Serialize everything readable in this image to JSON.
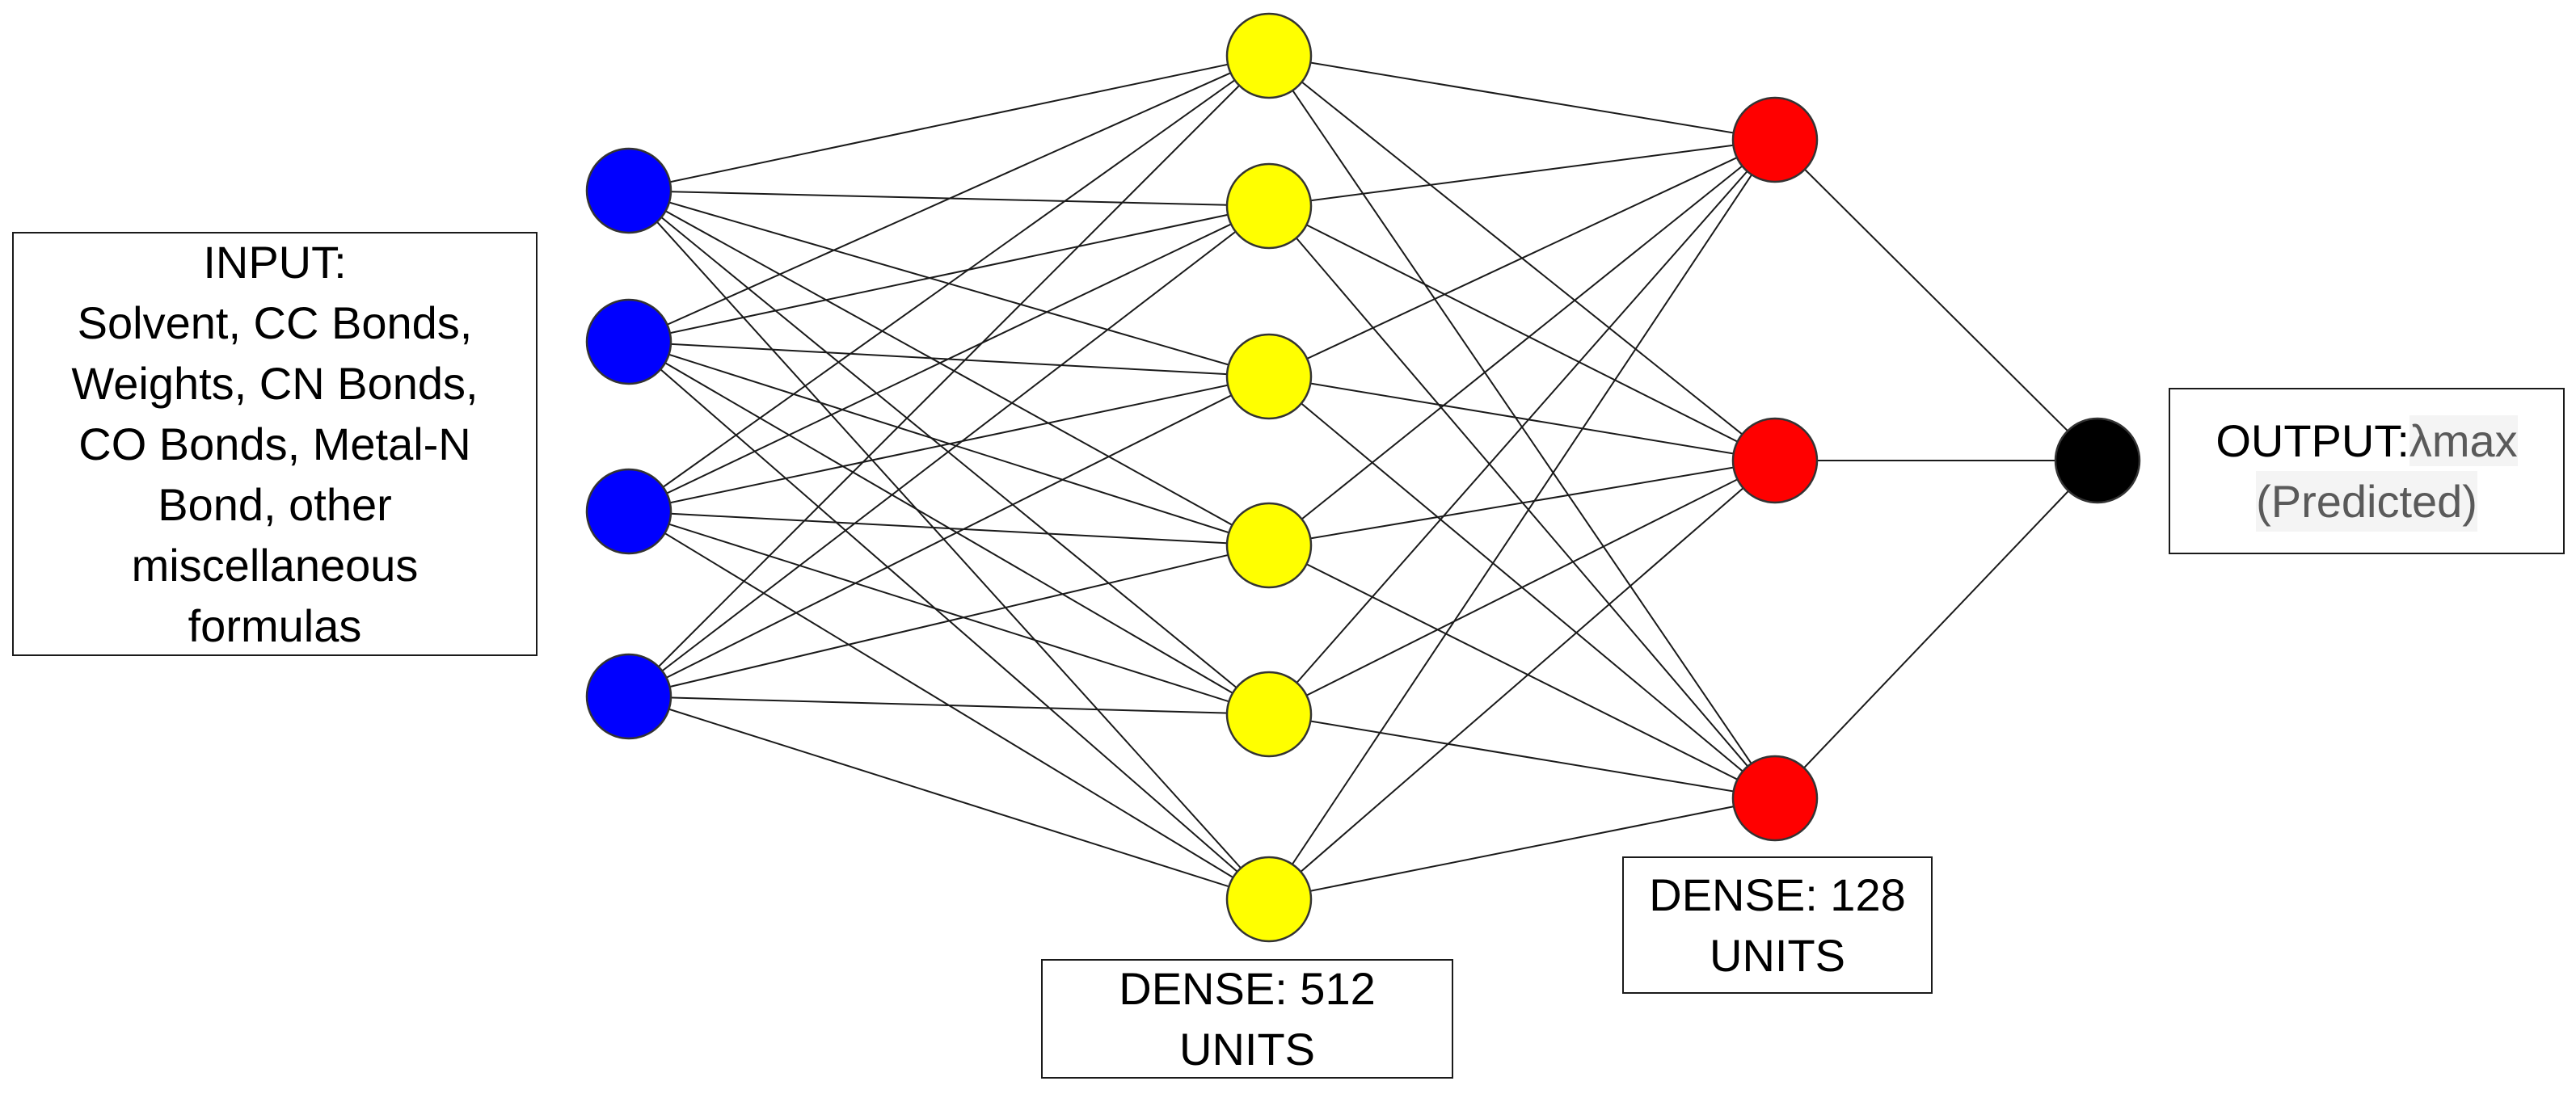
{
  "diagram": {
    "layers": [
      {
        "id": "input",
        "nodes": 4,
        "color": "#0000ff"
      },
      {
        "id": "dense_512",
        "nodes": 6,
        "color": "#ffff00"
      },
      {
        "id": "dense_128",
        "nodes": 3,
        "color": "#ff0000"
      },
      {
        "id": "output",
        "nodes": 1,
        "color": "#000000"
      }
    ],
    "edge_color": "#1a1a1a",
    "node_stroke": "#333333",
    "connectivity": "fully-connected between adjacent layers"
  },
  "labels": {
    "input": {
      "lines": [
        "INPUT:",
        "Solvent, CC Bonds,",
        "Weights, CN Bonds,",
        "CO Bonds, Metal-N",
        "Bond, other",
        "miscellaneous",
        "formulas"
      ]
    },
    "dense_512": {
      "lines": [
        "DENSE: 512",
        "UNITS"
      ]
    },
    "dense_128": {
      "lines": [
        "DENSE: 128",
        "UNITS"
      ]
    },
    "output": {
      "prefix": "OUTPUT:",
      "symbol": "λmax",
      "suffix": "(Predicted)"
    }
  }
}
